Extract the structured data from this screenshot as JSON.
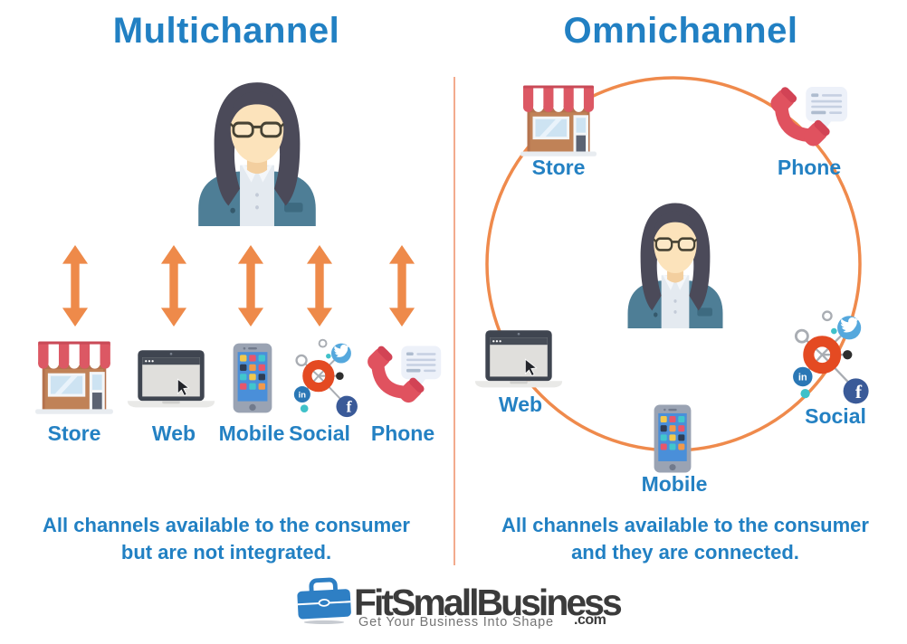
{
  "left": {
    "title": "Multichannel",
    "labels": {
      "store": "Store",
      "web": "Web",
      "mobile": "Mobile",
      "social": "Social",
      "phone": "Phone"
    },
    "caption1": "All channels available to the consumer",
    "caption2": "but are not integrated."
  },
  "right": {
    "title": "Omnichannel",
    "labels": {
      "store": "Store",
      "phone": "Phone",
      "web": "Web",
      "social": "Social",
      "mobile": "Mobile"
    },
    "caption1": "All channels available to the consumer",
    "caption2": "and they are connected."
  },
  "social_glyphs": {
    "facebook": "f",
    "linkedin": "in"
  },
  "footer": {
    "brand": "FitSmallBusiness",
    "tld": ".com",
    "tagline": "Get Your Business Into Shape"
  },
  "icons": {
    "person": "consumer-avatar",
    "store": "storefront",
    "web": "laptop",
    "mobile": "smartphone",
    "social": "social-network-hub",
    "phone": "telephone-handset-with-chat-bubble",
    "arrow": "orange-double-arrow",
    "ring": "orange-connection-ring",
    "logo": "blue-briefcase"
  },
  "colors": {
    "title_blue": "#2180c3",
    "label_blue": "#2481c3",
    "arrow_orange": "#ee8a4a",
    "ring_orange": "#ef8a4c",
    "divider_orange": "#f3ab8d",
    "social_hub_red": "#e44a22",
    "phone_red": "#e0525f",
    "brand_dark": "#3b3b3b",
    "tagline_gray": "#757575"
  }
}
